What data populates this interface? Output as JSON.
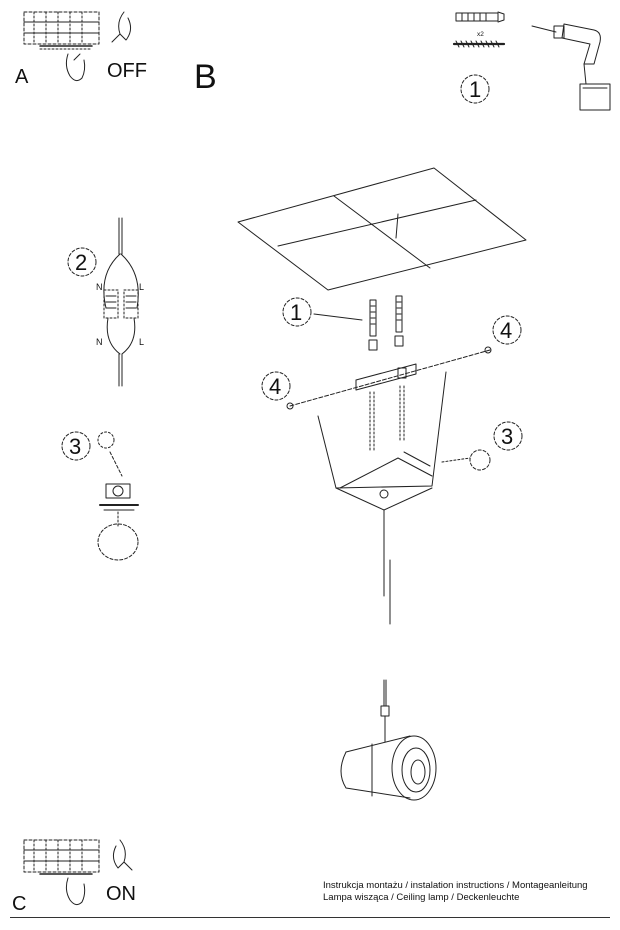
{
  "panels": {
    "a_letter": "A",
    "a_state": "OFF",
    "b_letter": "B",
    "c_letter": "C",
    "c_state": "ON"
  },
  "tools": {
    "screw_count": "x2"
  },
  "steps": {
    "one": "1",
    "two": "2",
    "three": "3",
    "four": "4"
  },
  "wiring": {
    "neutral": "N",
    "live": "L"
  },
  "footer": {
    "line1": "Instrukcja montażu / instalation instructions / Montageanleitung",
    "line2": "Lampa wisząca / Ceiling lamp / Deckenleuchte"
  },
  "icons": [
    "switchboard-icon",
    "hand-icon",
    "drill-icon",
    "screw-icon",
    "wall-plug-icon",
    "ceiling-icon",
    "lamp-icon"
  ]
}
